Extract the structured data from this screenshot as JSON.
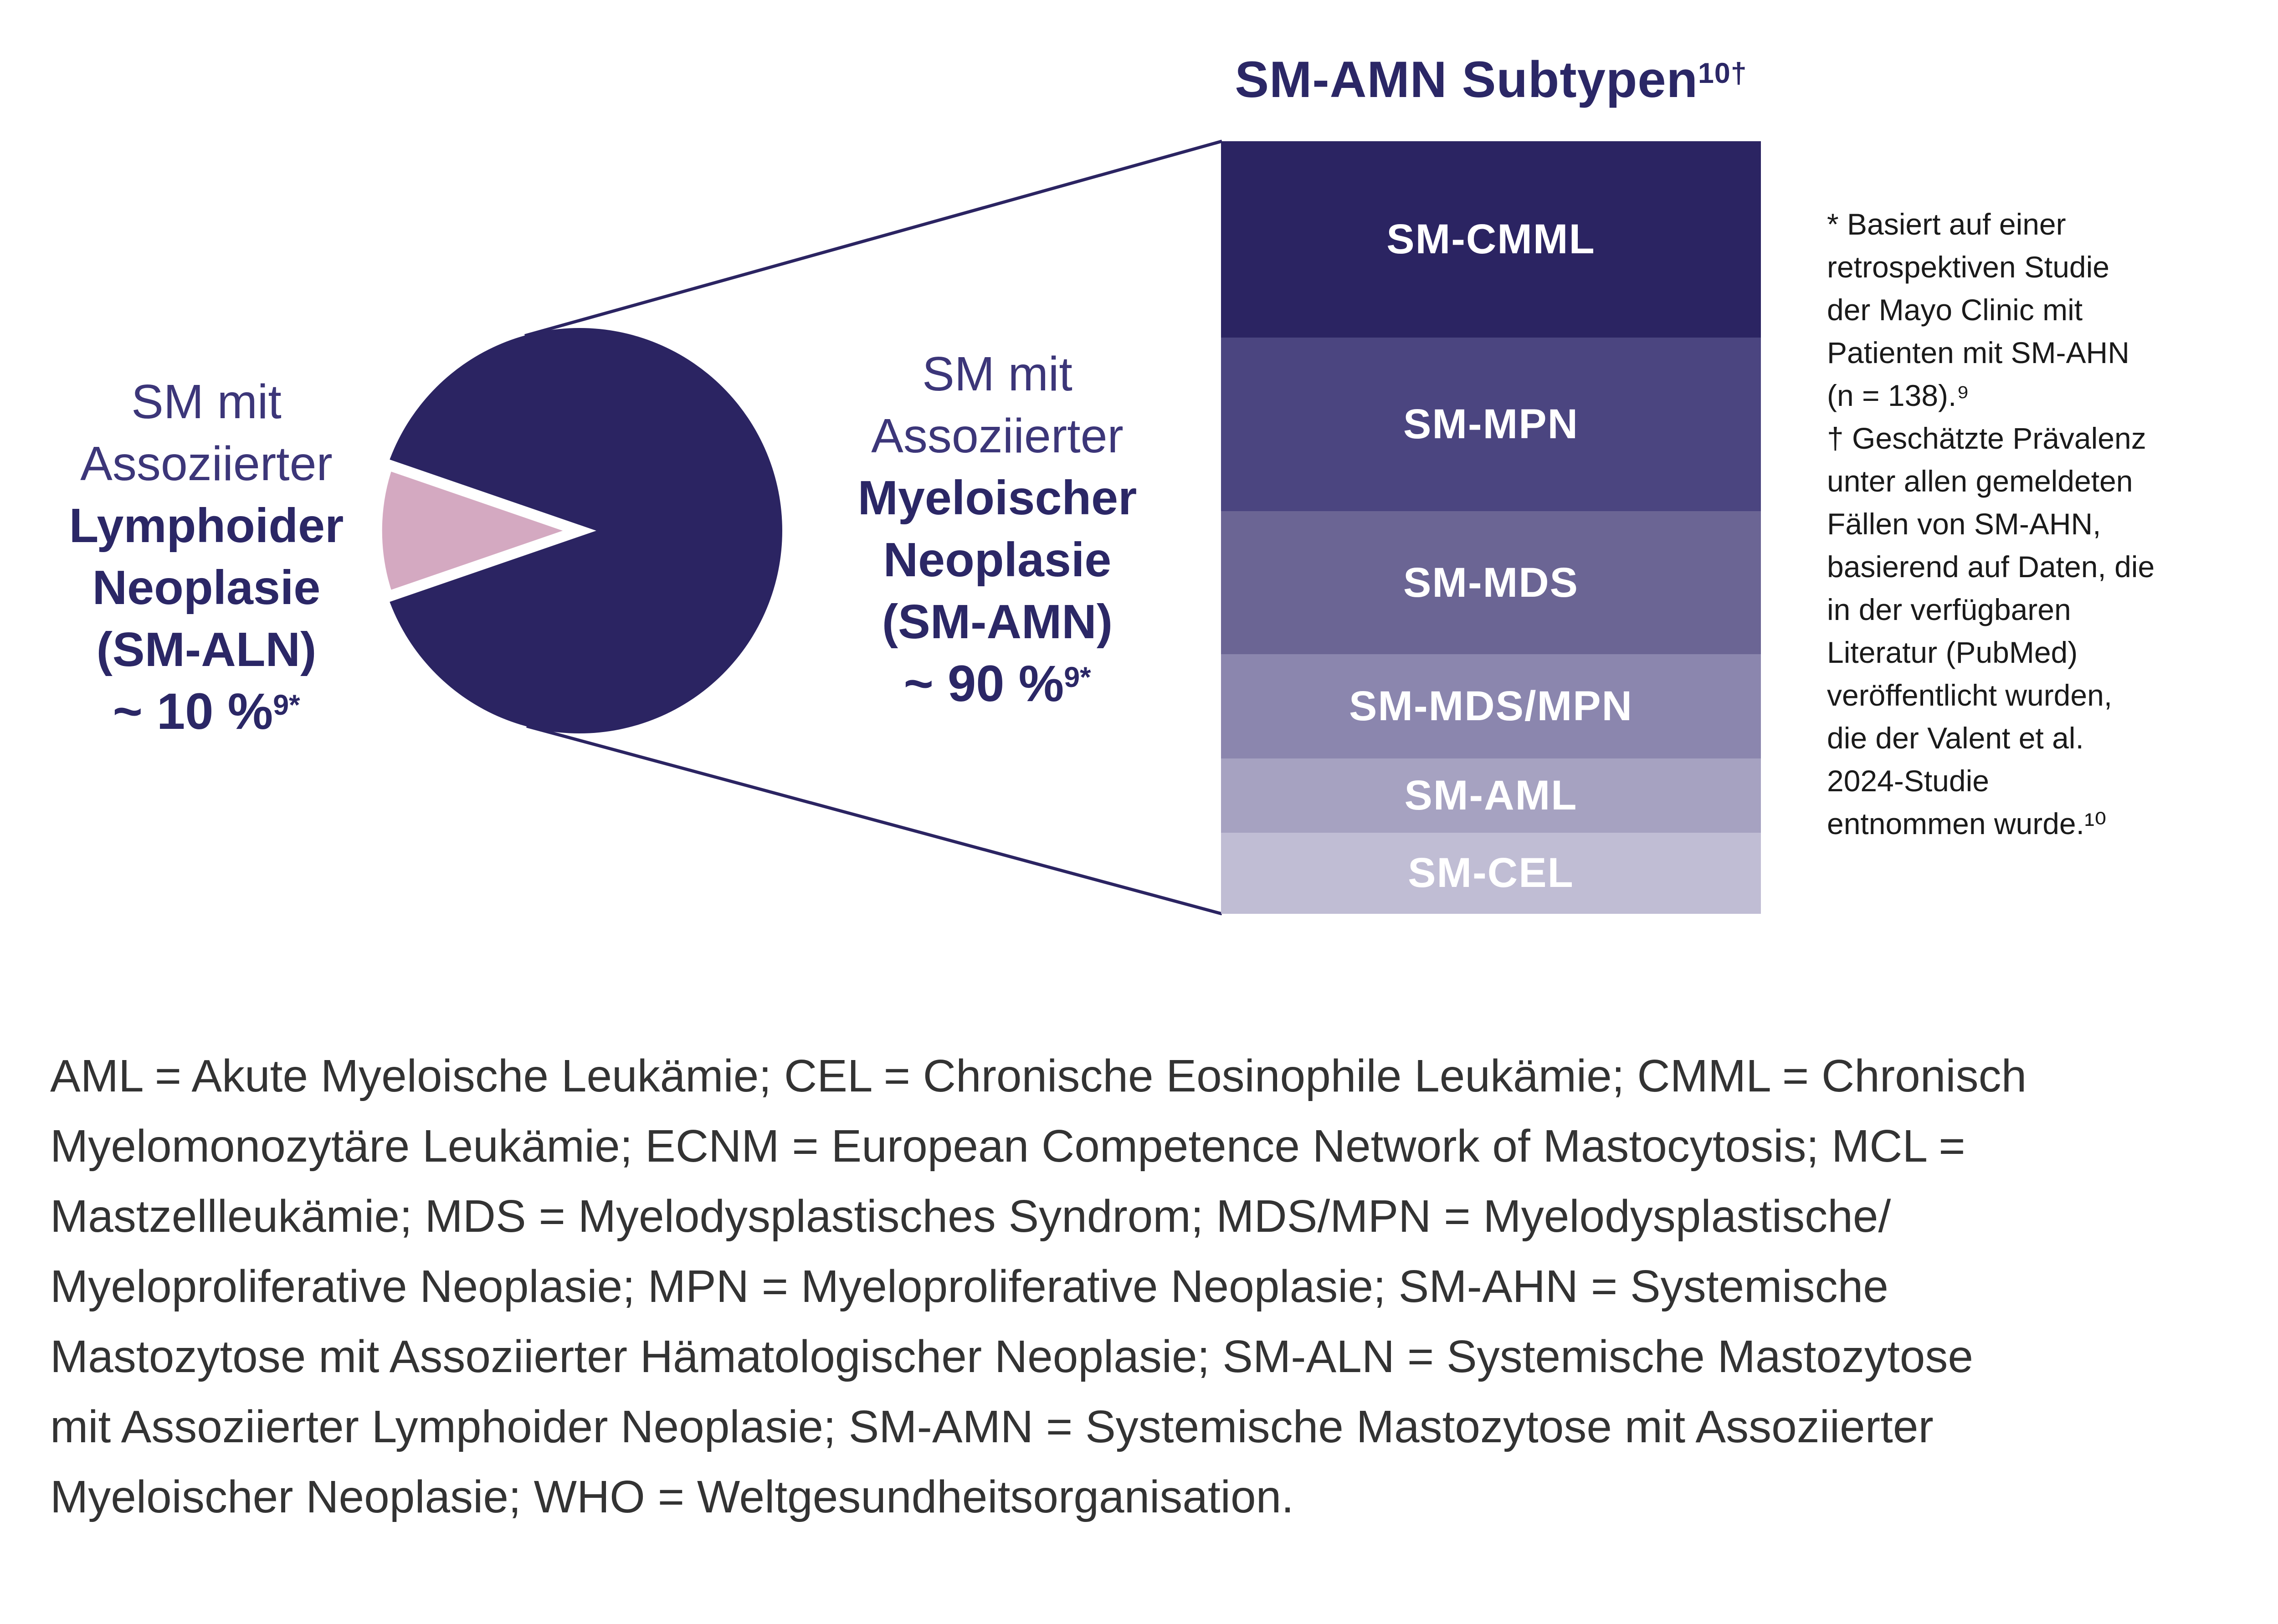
{
  "title": {
    "text": "SM-AMN Subtypen",
    "sup": "10†"
  },
  "left_label": {
    "lines": [
      "SM mit",
      "Assoziierter",
      "Lymphoider",
      "Neoplasie",
      "(SM-ALN)"
    ],
    "value": "~ 10 %",
    "value_sup": "9*"
  },
  "right_label": {
    "lines": [
      "SM mit",
      "Assoziierter",
      "Myeloischer",
      "Neoplasie",
      "(SM-AMN)"
    ],
    "value": "~ 90 %",
    "value_sup": "9*"
  },
  "footnote": {
    "lines": [
      "* Basiert auf einer",
      "retrospektiven Studie",
      "der Mayo Clinic mit",
      "Patienten mit SM-AHN",
      "(n = 138).⁹",
      "† Geschätzte Prävalenz",
      "unter allen gemeldeten",
      "Fällen von SM-AHN,",
      "basierend auf Daten, die",
      "in der verfügbaren",
      "Literatur (PubMed)",
      "veröffentlicht wurden,",
      "die der Valent et al.",
      "2024-Studie",
      "entnommen wurde.¹⁰"
    ]
  },
  "legend": {
    "lines": [
      "AML = Akute Myeloische Leukämie; CEL = Chronische Eosinophile Leukämie; CMML = Chronisch",
      "Myelomonozytäre Leukämie; ECNM = European Competence Network of Mastocytosis; MCL =",
      "Mastzellleukämie; MDS = Myelodysplastisches Syndrom; MDS/MPN = Myelodysplastische/",
      "Myeloproliferative Neoplasie; MPN = Myeloproliferative Neoplasie; SM-AHN = Systemische",
      "Mastozytose mit Assoziierter Hämatologischer Neoplasie; SM-ALN = Systemische Mastozytose",
      "mit Assoziierter Lymphoider Neoplasie; SM-AMN = Systemische Mastozytose mit Assoziierter",
      "Myeloischer Neoplasie; WHO = Weltgesundheitsorganisation."
    ]
  },
  "colors": {
    "navy": "#2B2462",
    "pink": "#D4A9C1",
    "title_text": "#2B2766",
    "label_regular": "#3C3679",
    "label_bold": "#2B2766",
    "bar_label_text": "#FFFFFF",
    "footnote_text": "#1A1A1A",
    "legend_text": "#333333",
    "background": "#FFFFFF"
  },
  "chart_data": [
    {
      "type": "pie",
      "title": "SM mit Assoziierter Neoplasie",
      "slices": [
        {
          "label": "SM-ALN",
          "value": 10,
          "unit": "%",
          "color": "#D4A9C1"
        },
        {
          "label": "SM-AMN",
          "value": 90,
          "unit": "%",
          "color": "#2B2462"
        }
      ],
      "legend_position": "sides"
    },
    {
      "type": "bar",
      "title": "SM-AMN Subtypen",
      "stacked": true,
      "value_labels_shown": false,
      "segments": [
        {
          "label": "SM-CMML",
          "height_frac": 0.254,
          "color": "#2B2462"
        },
        {
          "label": "SM-MPN",
          "height_frac": 0.225,
          "color": "#4B4580"
        },
        {
          "label": "SM-MDS",
          "height_frac": 0.185,
          "color": "#6B6594"
        },
        {
          "label": "SM-MDS/MPN",
          "height_frac": 0.135,
          "color": "#8B86AE"
        },
        {
          "label": "SM-AML",
          "height_frac": 0.096,
          "color": "#A6A2C1"
        },
        {
          "label": "SM-CEL",
          "height_frac": 0.105,
          "color": "#C0BDD4"
        }
      ]
    }
  ]
}
